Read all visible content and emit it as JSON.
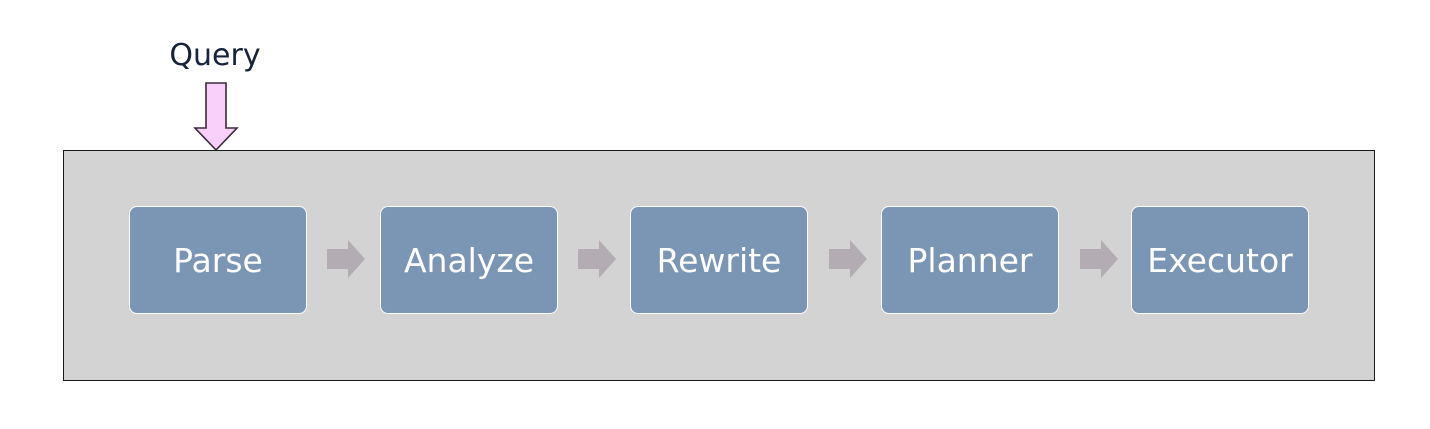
{
  "input": {
    "label": "Query"
  },
  "pipeline": {
    "stages": [
      {
        "label": "Parse"
      },
      {
        "label": "Analyze"
      },
      {
        "label": "Rewrite"
      },
      {
        "label": "Planner"
      },
      {
        "label": "Executor"
      }
    ]
  },
  "colors": {
    "stage_fill": "#7b96b5",
    "container_fill": "#d3d3d3",
    "flow_arrow": "#b3acb2",
    "query_arrow_fill": "#f9d0f9",
    "query_arrow_stroke": "#3a2a3a"
  },
  "icons": {
    "query_arrow": "down-arrow-icon",
    "flow_arrow": "right-arrow-icon"
  }
}
